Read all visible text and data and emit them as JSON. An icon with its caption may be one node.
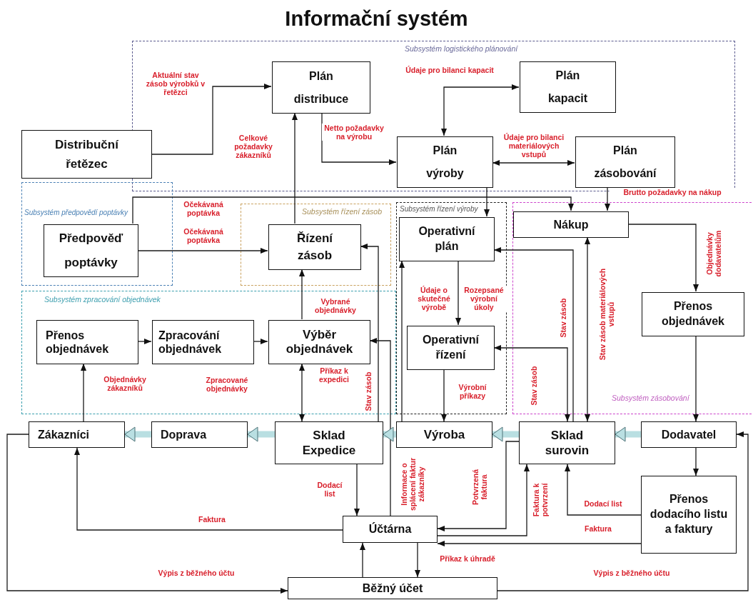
{
  "diagram": {
    "title": "Informační systém",
    "nodes": [
      {
        "text": [
          "Subsystém logistického plánování"
        ]
      },
      {
        "text": [
          "Plán distribuce"
        ],
        "in": 0
      },
      {
        "text": [
          "Plán kapacit"
        ],
        "in": 0
      },
      {
        "text": [
          "Distribuční řetězec"
        ]
      },
      {
        "text": [
          "Plán výroby"
        ],
        "in": 0
      },
      {
        "text": [
          "Plán zásobování"
        ],
        "in": 0
      },
      {
        "text": [
          "Subsystém předpovědí poptávky"
        ]
      },
      {
        "text": [
          "Předpověď poptávky"
        ],
        "in": 6
      },
      {
        "text": [
          "Subsystém řízení zásob"
        ]
      },
      {
        "text": [
          "Řízení zásob"
        ],
        "in": 8
      },
      {
        "text": [
          "Subsystém řízení výroby"
        ]
      },
      {
        "text": [
          "Operativní plán"
        ],
        "in": 10
      },
      {
        "text": [
          "Operativní řízení"
        ],
        "in": 10
      },
      {
        "text": [
          "Subsystém zásobování"
        ]
      },
      {
        "text": [
          "Nákup"
        ],
        "in": 13
      },
      {
        "text": [
          "Přenos objednávek"
        ],
        "in": 13
      },
      {
        "text": [
          "Subsystém zpracování objednávek"
        ]
      },
      {
        "text": [
          "Přenos objednávek"
        ],
        "in": 16
      },
      {
        "text": [
          "Zpracování objednávek"
        ],
        "in": 16
      },
      {
        "text": [
          "Výběr objednávek"
        ],
        "in": 16
      },
      {
        "text": [
          "Zákazníci"
        ]
      },
      {
        "text": [
          "Doprava"
        ]
      },
      {
        "text": [
          "Sklad Expedice"
        ]
      },
      {
        "text": [
          "Výroba"
        ]
      },
      {
        "text": [
          "Sklad surovin"
        ]
      },
      {
        "text": [
          "Dodavatel"
        ]
      },
      {
        "text": [
          "Přenos dodacího listu a faktury"
        ]
      },
      {
        "text": [
          "Účtárna"
        ]
      },
      {
        "text": [
          "Běžný účet"
        ]
      }
    ],
    "edges": [
      {
        "from": 3,
        "to": 1,
        "arrow": "to",
        "label": "Aktuální stav zásob výrobků v řetězci"
      },
      {
        "from": 9,
        "to": 1,
        "arrow": "to",
        "label": "Celkové požadavky zákazníků"
      },
      {
        "from": 1,
        "to": 4,
        "arrow": "to",
        "label": "Netto požadavky na výrobu"
      },
      {
        "from": 4,
        "to": 2,
        "arrow": "both",
        "label": "Údaje pro bilanci kapacit"
      },
      {
        "from": 4,
        "to": 5,
        "arrow": "both",
        "label": "Údaje pro bilanci materiálových vstupů"
      },
      {
        "from": 4,
        "to": 11,
        "arrow": "to"
      },
      {
        "from": 5,
        "to": 14,
        "arrow": "to",
        "label": "Brutto požadavky na nákup"
      },
      {
        "from": 7,
        "to": 14,
        "arrow": "to",
        "label": "Očekávaná poptávka"
      },
      {
        "from": 7,
        "to": 9,
        "arrow": "to",
        "label": "Očekávaná poptávka"
      },
      {
        "from": 19,
        "to": 9,
        "arrow": "to",
        "label": "Vybrané objednávky"
      },
      {
        "from": 22,
        "to": 9,
        "arrow": "to",
        "label": "Stav zásob"
      },
      {
        "from": 27,
        "to": 19,
        "arrow": "to",
        "label": "Informace o splácení faktur zákazníky"
      },
      {
        "from": 24,
        "to": 11,
        "arrow": "to",
        "label": "Stav zásob"
      },
      {
        "from": 12,
        "to": 24,
        "arrow": "both",
        "label": "Stav zásob"
      },
      {
        "from": 14,
        "to": 24,
        "arrow": "both",
        "label": "Stav zásob materiálových vstupů"
      },
      {
        "from": 14,
        "to": 15,
        "arrow": "to",
        "label": "Objednávky dodavatelům"
      },
      {
        "from": 15,
        "to": 25,
        "arrow": "to"
      },
      {
        "from": 25,
        "to": 26,
        "arrow": "to"
      },
      {
        "from": 28,
        "to": 25,
        "arrow": "to",
        "label": "Výpis z běžného účtu"
      },
      {
        "from": 26,
        "to": 24,
        "arrow": "to",
        "label": "Dodací list"
      },
      {
        "from": 26,
        "to": 27,
        "arrow": "to",
        "label": "Faktura"
      },
      {
        "from": 24,
        "to": 27,
        "arrow": "to",
        "label": "Potvrzená faktura"
      },
      {
        "from": 27,
        "to": 24,
        "arrow": "to",
        "label": "Faktura k potvrzení"
      },
      {
        "from": 22,
        "to": 27,
        "arrow": "to",
        "label": "Dodací list"
      },
      {
        "from": 27,
        "to": 20,
        "arrow": "to",
        "label": "Faktura"
      },
      {
        "from": 20,
        "to": 17,
        "arrow": "to",
        "label": "Objednávky zákazníků"
      },
      {
        "from": 17,
        "to": 18,
        "arrow": "to"
      },
      {
        "from": 18,
        "to": 19,
        "arrow": "to",
        "label": "Zpracované objednávky"
      },
      {
        "from": 19,
        "to": 22,
        "arrow": "both",
        "label": "Příkaz k expedici"
      },
      {
        "from": 27,
        "to": 28,
        "arrow": "to",
        "label": "Příkaz k úhradě"
      },
      {
        "from": 28,
        "to": 27,
        "arrow": "to"
      },
      {
        "from": 20,
        "to": 28,
        "arrow": "to",
        "label": "Výpis z běžného účtu"
      },
      {
        "from": 11,
        "to": 12,
        "arrow": "to",
        "label": "Rozepsané výrobní úkoly"
      },
      {
        "from": 23,
        "to": 11,
        "arrow": "to",
        "label": "Údaje o skutečné výrobě"
      },
      {
        "from": 12,
        "to": 23,
        "arrow": "to",
        "label": "Výrobní příkazy"
      },
      {
        "from": 21,
        "to": 20,
        "arrow": "to",
        "style": "thick",
        "color": "#b9dfe2"
      },
      {
        "from": 22,
        "to": 21,
        "arrow": "to",
        "style": "thick",
        "color": "#b9dfe2"
      },
      {
        "from": 23,
        "to": 22,
        "arrow": "to",
        "style": "thick",
        "color": "#b9dfe2"
      },
      {
        "from": 24,
        "to": 23,
        "arrow": "to",
        "style": "thick",
        "color": "#b9dfe2"
      },
      {
        "from": 25,
        "to": 24,
        "arrow": "to",
        "style": "thick",
        "color": "#b9dfe2"
      }
    ]
  }
}
